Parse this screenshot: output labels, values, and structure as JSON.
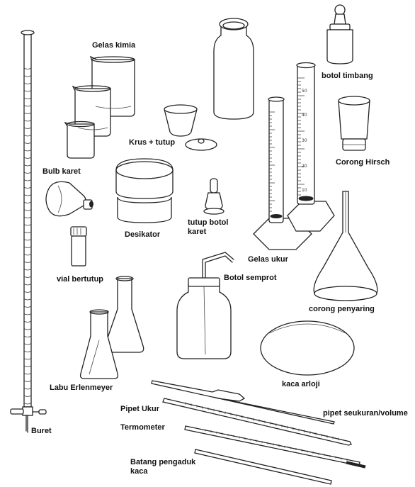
{
  "labels": {
    "gelas_kimia": "Gelas kimia",
    "bulb_karet": "Bulb karet",
    "vial_bertutup": "vial bertutup",
    "labu_erlenmeyer": "Labu Erlenmeyer",
    "buret": "Buret",
    "krus_tutup": "Krus + tutup",
    "desikator": "Desikator",
    "tutup_botol_karet": "tutup botol karet",
    "botol_timbang": "botol timbang",
    "corong_hirsch": "Corong Hirsch",
    "gelas_ukur": "Gelas ukur",
    "botol_semprot": "Botol semprot",
    "corong_penyaring": "corong penyaring",
    "kaca_arloji": "kaca arloji",
    "pipet_ukur": "Pipet Ukur",
    "pipet_seukuran": "pipet seukuran/volume",
    "termometer": "Termometer",
    "batang_pengaduk": "Batang pengaduk kaca"
  },
  "cylinder_scale": [
    "10",
    "20",
    "30",
    "40",
    "50"
  ]
}
